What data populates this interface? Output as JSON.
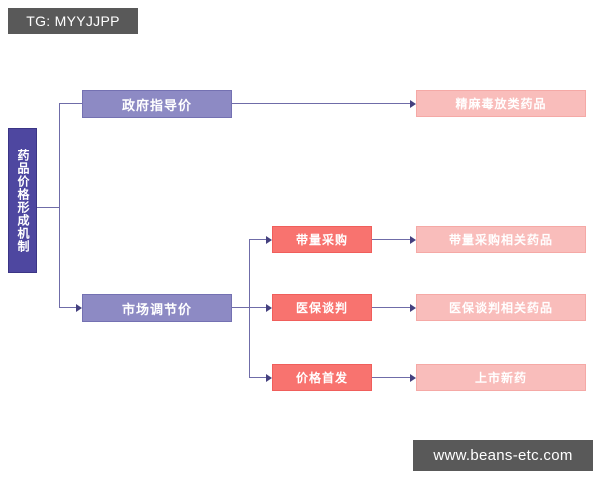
{
  "watermarks": {
    "top_badge": "TG: MYYJJPP",
    "bottom_badge": "www.beans-etc.com"
  },
  "diagram": {
    "type": "tree-flowchart",
    "colors": {
      "root_fill": "#4e47a0",
      "level1_fill": "#8d8ac4",
      "level2_fill": "#f8736f",
      "leaf_fill": "#f9bdbb",
      "connector": "#6f6ca8",
      "watermark_bg": "#595959",
      "canvas_bg": "#ffffff"
    },
    "root": {
      "label": "药品价格形成机制"
    },
    "branches": [
      {
        "label": "政府指导价",
        "children": [
          {
            "label": "精麻毒放类药品"
          }
        ]
      },
      {
        "label": "市场调节价",
        "children": [
          {
            "label": "带量采购",
            "leaf": "带量采购相关药品"
          },
          {
            "label": "医保谈判",
            "leaf": "医保谈判相关药品"
          },
          {
            "label": "价格首发",
            "leaf": "上市新药"
          }
        ]
      }
    ]
  }
}
